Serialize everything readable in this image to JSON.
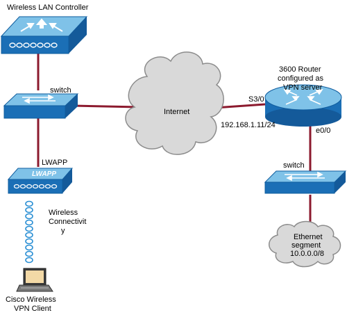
{
  "labels": {
    "wlc_title": "Wireless LAN Controller",
    "switch_top": "switch",
    "lwapp_label": "LWAPP",
    "lwapp_badge": "LWAPP",
    "wireless_conn": [
      "Wireless",
      "Connectivit",
      "y"
    ],
    "client": [
      "Cisco Wireless",
      "VPN Client"
    ],
    "internet": "Internet",
    "router_desc": [
      "3600 Router",
      "configured as",
      "VPN server"
    ],
    "s30": "S3/0",
    "ip_addr": "192.168.1.11/24",
    "e00": "e0/0",
    "switch_right": "switch",
    "ethernet": [
      "Ethernet",
      "segment",
      "10.0.0.0/8"
    ]
  },
  "colors": {
    "device_blue": "#1b6fb6",
    "device_light": "#7fc2e8",
    "link_red": "#8c1a2e",
    "cloud_fill": "#d9d9d9",
    "cloud_stroke": "#8c8c8c"
  },
  "icons": [
    "wlc-icon",
    "switch-icon",
    "access-point-icon",
    "wireless-signal-icon",
    "laptop-icon",
    "internet-cloud-icon",
    "router-icon",
    "ethernet-cloud-icon"
  ]
}
